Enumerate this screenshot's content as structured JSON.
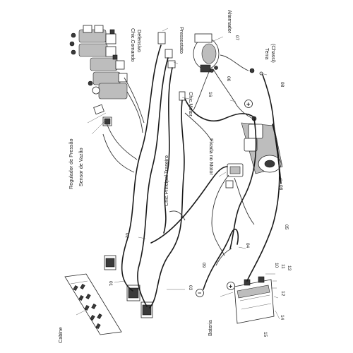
{
  "diagram": {
    "labels": {
      "chic_comando": "Chic.Comando",
      "defensivo": "Defensivo",
      "pressostato": "Pressostato",
      "alternador": "Alternador",
      "terra": "Terra",
      "chassi": "(Chassi)",
      "regulador": "Regulador de Pressão",
      "sensor_vazao": "Sensor de Vazão",
      "chic_motor": "Chic.Motor",
      "fixada_motor": "Fixada no Motor",
      "chic_principal": "Chic.Principal Traseiro",
      "cabine": "Cabine",
      "bateria": "Bateria"
    },
    "numbers": {
      "n07": "07",
      "n06": "06",
      "n16": "16",
      "n08a": "08",
      "n08b": "08",
      "n02": "02",
      "n01": "01",
      "n03": "03",
      "n04": "04",
      "n05": "05",
      "n09": "09",
      "n10": "10",
      "n11": "11",
      "n13": "13",
      "n12": "12",
      "n14": "14",
      "n15": "15"
    },
    "symbols": {
      "plus_top": "+",
      "plus_bottom": "+",
      "minus": "−"
    }
  }
}
